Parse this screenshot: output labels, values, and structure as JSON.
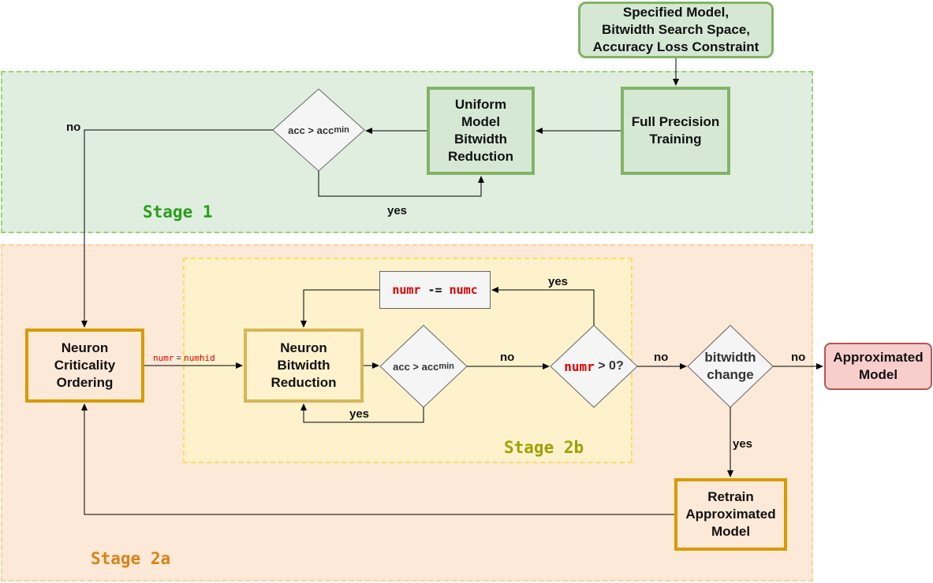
{
  "stages": {
    "stage1": "Stage 1",
    "stage2a": "Stage 2a",
    "stage2b": "Stage 2b"
  },
  "nodes": {
    "input": "Specified Model,\nBitwidth Search Space,\nAccuracy Loss Constraint",
    "full_precision": "Full Precision\nTraining",
    "uniform": "Uniform\nModel\nBitwidth\nReduction",
    "decision1": {
      "main": "acc > acc",
      "sub": "min"
    },
    "criticality": "Neuron\nCriticality\nOrdering",
    "neuron_bitwidth": "Neuron\nBitwidth\nReduction",
    "decision2": {
      "main": "acc > acc",
      "sub": "min"
    },
    "numr_check": {
      "var": "numr",
      "rest": " > 0?"
    },
    "numr_update": {
      "var1": "numr",
      "op": " -= ",
      "var2": "numc"
    },
    "bitwidth_change": "bitwidth\nchange",
    "retrain": "Retrain\nApproximated\nModel",
    "output": "Approximated\nModel"
  },
  "edge_labels": {
    "d1_no": "no",
    "d1_yes": "yes",
    "init_var1": "numr",
    "init_eq": " = ",
    "init_var2": "numhid",
    "d2_yes": "yes",
    "d2_no": "no",
    "numr_yes": "yes",
    "numr_no": "no",
    "bw_no": "no",
    "bw_yes": "yes"
  },
  "colors": {
    "stage1_fill": "#e0eedf",
    "stage2a_fill": "#fde9d7",
    "stage2b_fill": "#fdf2cc",
    "variable": "#e00000"
  }
}
